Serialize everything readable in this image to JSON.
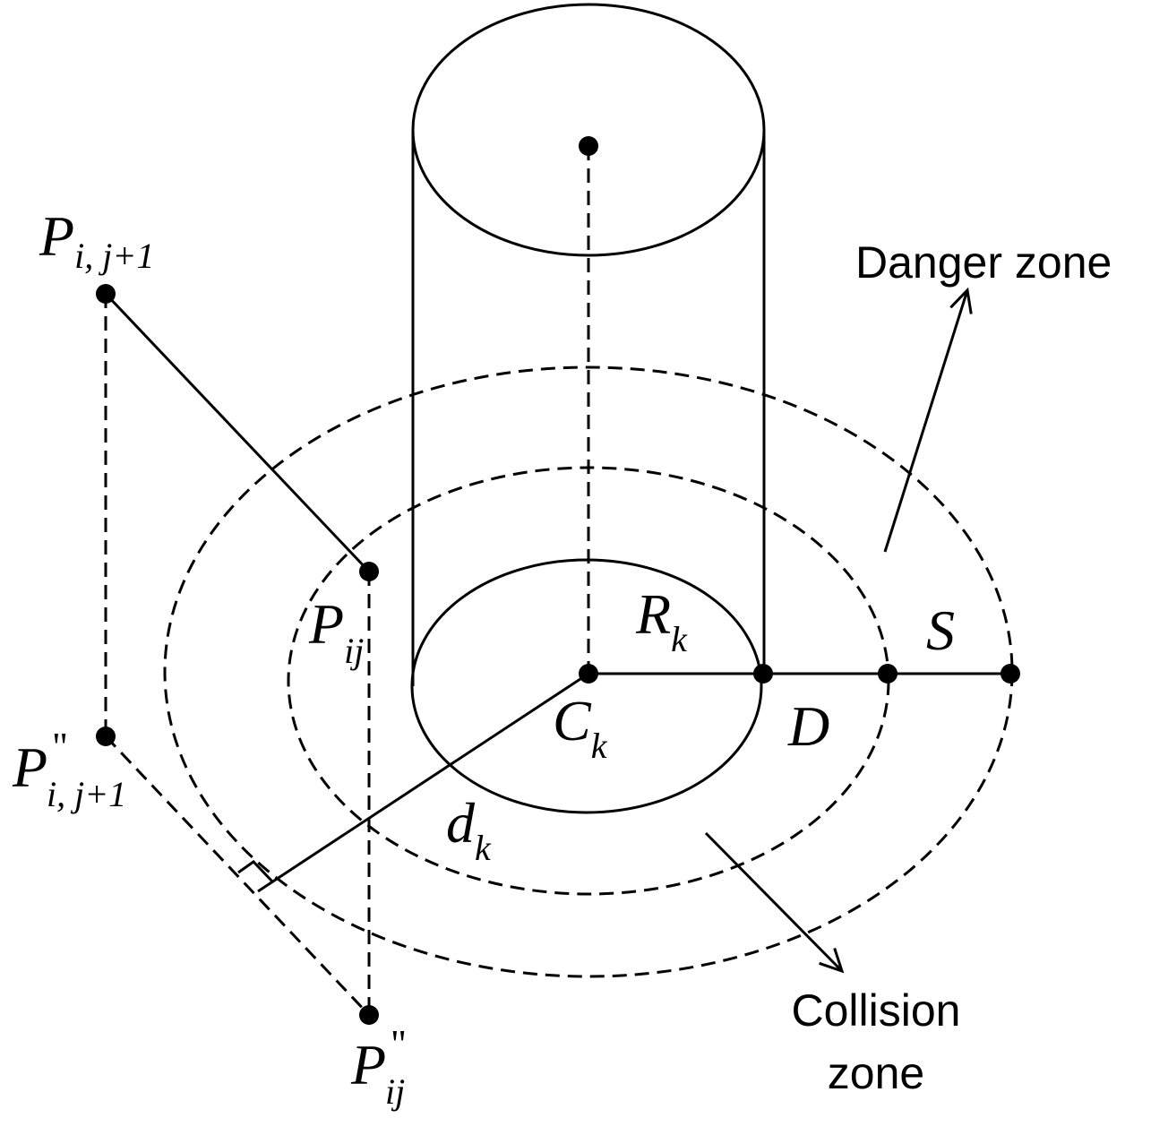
{
  "labels": {
    "p_i_j1": {
      "base": "P",
      "sub": "i, j+1"
    },
    "p_ij": {
      "base": "P",
      "sub": "ij"
    },
    "p_i_j1_proj": {
      "base": "P",
      "sup": "\"",
      "sub": "i, j+1"
    },
    "p_ij_proj": {
      "base": "P",
      "sup": "\"",
      "sub": "ij"
    },
    "r_k": {
      "base": "R",
      "sub": "k"
    },
    "c_k": {
      "base": "C",
      "sub": "k"
    },
    "d_k": {
      "base": "d",
      "sub": "k"
    },
    "d": "D",
    "s": "S"
  },
  "zones": {
    "danger": "Danger zone",
    "collision_line1": "Collision",
    "collision_line2": "zone"
  }
}
